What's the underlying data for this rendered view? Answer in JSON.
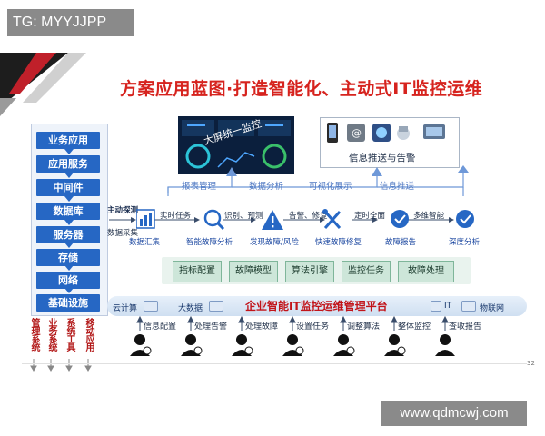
{
  "watermark_top": "TG: MYYJJPP",
  "watermark_bottom": "www.qdmcwj.com",
  "title": "方案应用蓝图·打造智能化、主动式IT监控运维",
  "stack_layers": [
    "业务应用",
    "应用服务",
    "中间件",
    "数据库",
    "服务器",
    "存储",
    "网络",
    "基础设施"
  ],
  "system_labels": [
    "管理系统",
    "业务系统",
    "系统工具",
    "移动应用"
  ],
  "monitor_screen_label": "大屏统一监控",
  "alert_caption": "信息推送与告警",
  "upward_labels": [
    "报表管理",
    "数据分析",
    "可视化展示",
    "信息推送"
  ],
  "flow": {
    "active_probe": "主动探测",
    "data_collection": "数据采集",
    "realtime_task": "实时任务",
    "identify_predict": "识别、预测",
    "alarm_repair": "告警、修复",
    "scheduled_full": "定时全面",
    "multidim_smart": "多维智能"
  },
  "steps": [
    "数据汇集",
    "智能故障分析",
    "发现故障/风险",
    "快速故障修复",
    "故障报告",
    "深度分析"
  ],
  "engines": [
    "指标配置",
    "故障模型",
    "算法引擎",
    "监控任务",
    "故障处理"
  ],
  "platform": {
    "title": "企业智能IT监控运维管理平台",
    "left_items": [
      "云计算",
      "大数据"
    ],
    "right_items": [
      "IT",
      "物联网"
    ]
  },
  "roles": [
    "信息配置",
    "处理告警",
    "处理故障",
    "设置任务",
    "调整算法",
    "整体监控",
    "查收报告"
  ],
  "page_number": "32",
  "colors": {
    "title_red": "#d6231e",
    "stack_blue": "#2667c4",
    "step_blue": "#1b47a0",
    "arrow_light": "#6e98d8",
    "engine_green": "#cde6d9"
  }
}
